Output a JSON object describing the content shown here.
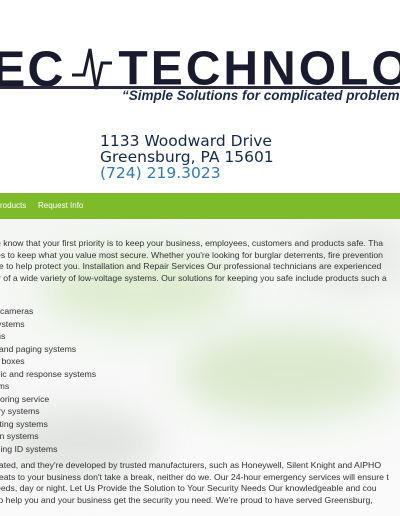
{
  "logo": {
    "ec": "EC",
    "tech": "TECHNOLOG",
    "tagline": "“Simple Solutions for complicated problems.”"
  },
  "address": {
    "street": "1133 Woodward Drive",
    "city": "Greensburg, PA 15601",
    "phone": "(724) 219.3023"
  },
  "nav": {
    "products": "roducts",
    "request": "Request Info"
  },
  "content": {
    "intro": [
      "e know that your first priority is to keep your business, employees, customers and products safe. Tha",
      "es to keep what you value most secure. Whether you're looking for burglar deterrents, fire prevention",
      "re to help protect you. Installation and Repair Services Our professional technicians are experienced",
      "ir of a wide variety of low-voltage systems. Our solutions for keeping you safe include products such a"
    ],
    "list": [
      "rity cameras",
      "s systems",
      "arms",
      "PA and paging systems",
      " call boxes",
      " panic and response systems",
      "stems",
      "onitoring service",
      "entry systems",
      " lighting systems",
      "ction systems",
      "adging ID systems"
    ],
    "outro": [
      " rated, and they're developed by trusted manufacturers, such as Honeywell, Silent Knight and AIPHO",
      "reats to your business don't take a break, neither do we. Our 24-hour emergency services will ensure t",
      "eeds, day or night. Let Us Provide the Solution to Your Security Needs Our knowledgeable and cou",
      " to help you and your business get the security you need. We're proud to have served Greensburg,"
    ]
  },
  "colors": {
    "nav": "#7dbb2a",
    "logo": "#1a1a2e",
    "phone": "#2f79b5"
  }
}
